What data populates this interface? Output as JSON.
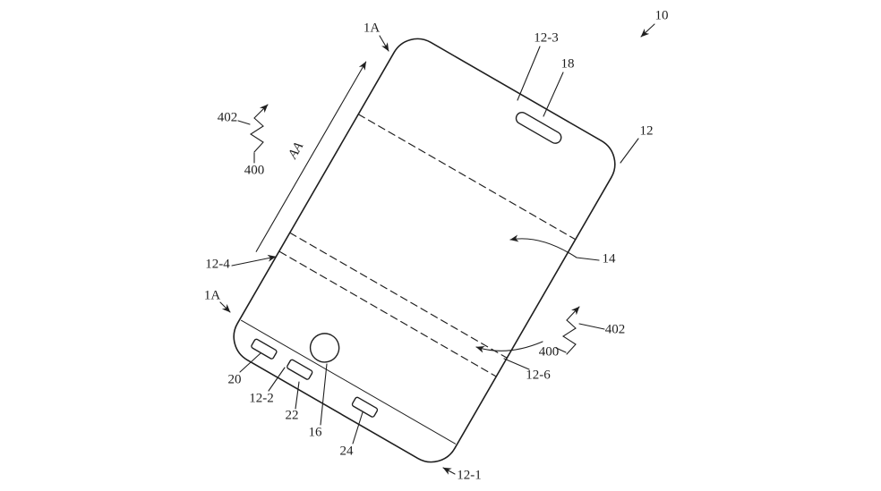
{
  "figure": {
    "background": "#ffffff",
    "ink_color": "#1f1f1f",
    "labels": {
      "ref10": "10",
      "ref1a_top": "1A",
      "ref12_3": "12-3",
      "ref18": "18",
      "ref12": "12",
      "ref402_left": "402",
      "ref400_left": "400",
      "refaa": "AA",
      "ref12_4": "12-4",
      "ref1a_bottom": "1A",
      "ref14": "14",
      "ref402_right": "402",
      "ref400_right": "400",
      "ref12_6": "12-6",
      "ref20": "20",
      "ref12_2": "12-2",
      "ref22": "22",
      "ref16": "16",
      "ref24": "24",
      "ref12_1": "12-1"
    }
  }
}
